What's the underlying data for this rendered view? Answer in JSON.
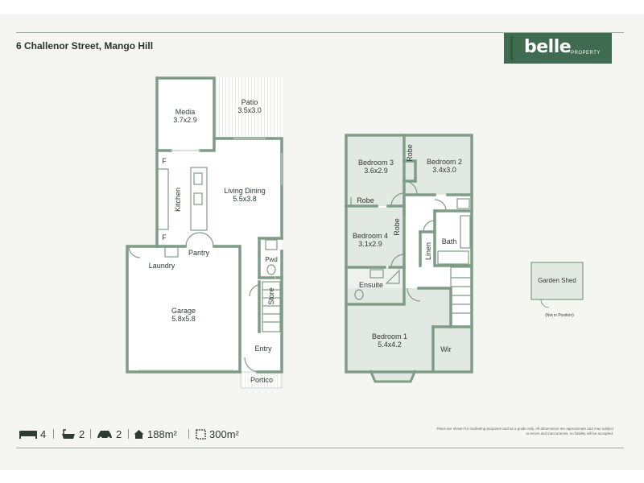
{
  "header": {
    "address": "6 Challenor Street, Mango Hill",
    "logo_word": "belle",
    "logo_sub": "PROPERTY"
  },
  "ground_floor": {
    "media": {
      "name": "Media",
      "size": "3.7x2.9"
    },
    "patio": {
      "name": "Patio",
      "size": "3.5x3.0"
    },
    "living": {
      "name": "Living Dining",
      "size": "5.5x3.8"
    },
    "kitchen": "Kitchen",
    "fridge_1": "F",
    "fridge_2": "F",
    "pantry": "Pantry",
    "laundry": "Laundry",
    "pwd": "Pwd",
    "store": "Store",
    "garage": {
      "name": "Garage",
      "size": "5.8x5.8"
    },
    "entry": "Entry",
    "portico": "Portico"
  },
  "first_floor": {
    "bed3": {
      "name": "Bedroom 3",
      "size": "3.6x2.9"
    },
    "bed2": {
      "name": "Bedroom 2",
      "size": "3.4x3.0"
    },
    "robe_top": "Robe",
    "robe_bed3": "Robe",
    "bed4": {
      "name": "Bedroom 4",
      "size": "3.1x2.9"
    },
    "robe_bed4": "Robe",
    "bath": "Bath",
    "linen": "Linen",
    "ensuite": "Ensuite",
    "bed1": {
      "name": "Bedroom 1",
      "size": "5.4x4.2"
    },
    "wir": "Wir"
  },
  "garden_shed": {
    "name": "Garden Shed",
    "note": "(Not in Position)"
  },
  "features": {
    "bedrooms": "4",
    "bathrooms": "2",
    "car_spaces": "2",
    "house_area": "188m²",
    "land_area": "300m²"
  },
  "disclaimer": "Plans are shown for marketing purposes and as a guide only. All dimensions are approximate and may subject to errors and inaccuracies, no liability will be accepted.",
  "colors": {
    "brand": "#3f6b50",
    "wall": "#7f9c86",
    "fill_upper": "#e2e8e2"
  }
}
